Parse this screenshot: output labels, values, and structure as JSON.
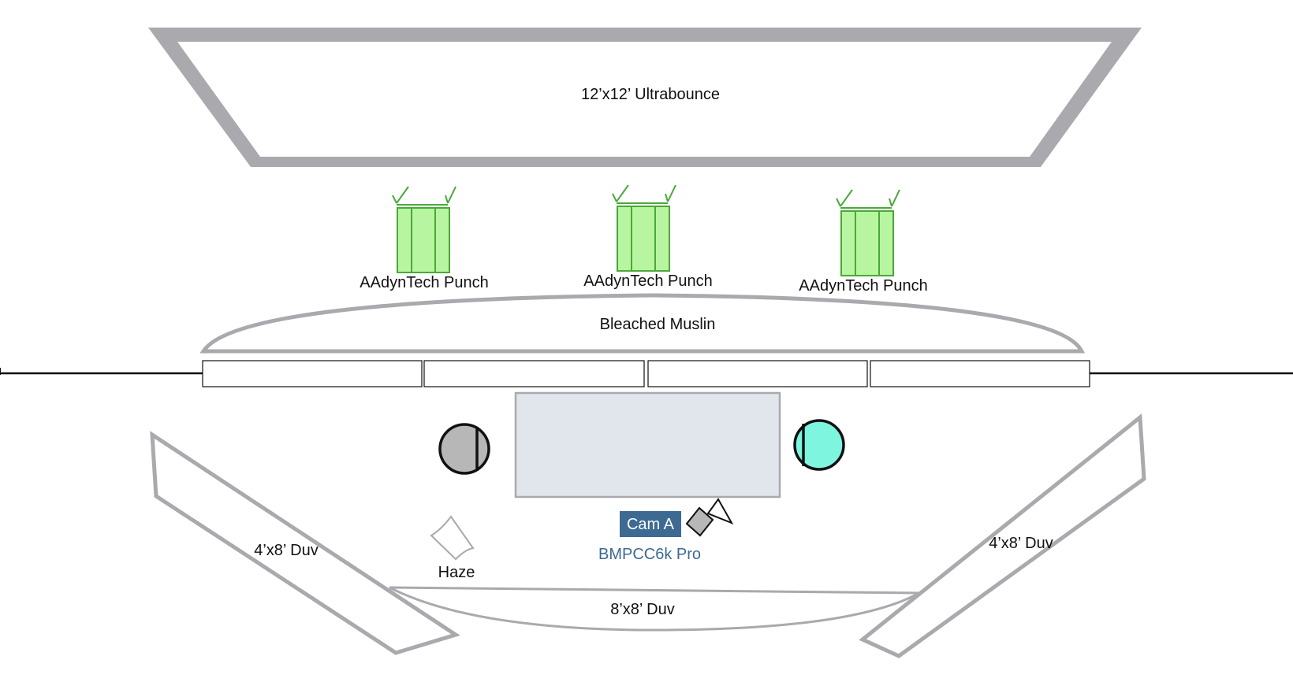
{
  "diagram": {
    "overhead": {
      "label": "12’x12’ Ultrabounce"
    },
    "lights": [
      {
        "label": "AAdynTech Punch",
        "icon": "led-panel-light-icon"
      },
      {
        "label": "AAdynTech Punch",
        "icon": "led-panel-light-icon"
      },
      {
        "label": "AAdynTech Punch",
        "icon": "led-panel-light-icon"
      }
    ],
    "muslin": {
      "label": "Bleached Muslin"
    },
    "left_duv": {
      "label": "4’x8’ Duv"
    },
    "right_duv": {
      "label": "4’x8’ Duv"
    },
    "bottom_duv": {
      "label": "8’x8’ Duv"
    },
    "haze": {
      "label": "Haze",
      "icon": "haze-icon"
    },
    "camera": {
      "badge": "Cam A",
      "model": "BMPCC6k Pro",
      "icon": "camera-icon"
    },
    "colors": {
      "outline_gray": "#a9a9ae",
      "light_fill": "#b8f5a0",
      "light_stroke": "#4aa83a",
      "table_fill": "#e1e6ec",
      "cam_badge": "#3d6a93",
      "left_person_fill": "#b7b7b7",
      "right_person_fill": "#7df5df"
    }
  }
}
